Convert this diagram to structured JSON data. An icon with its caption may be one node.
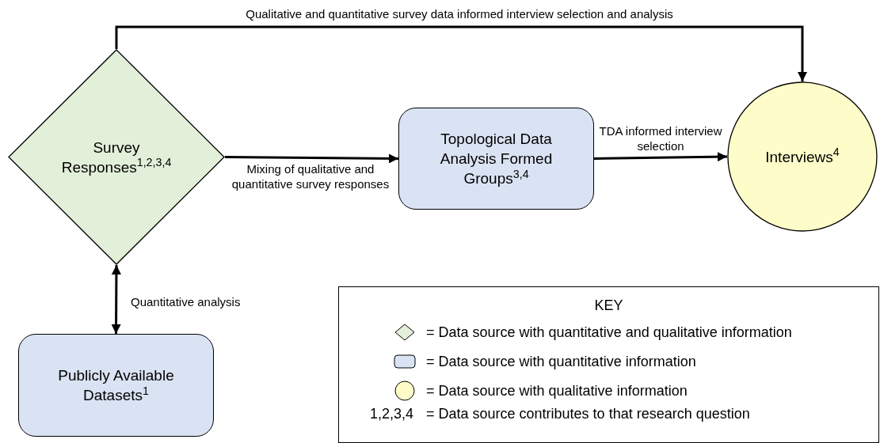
{
  "diagram": {
    "nodes": [
      {
        "text": [
          "Survey Responses$^{1,2,3,4}$"
        ]
      },
      {
        "text": [
          "Topological Data Analysis Formed Groups$^{3,4}$"
        ]
      },
      {
        "text": [
          "Interviews$^{4}$"
        ]
      },
      {
        "text": [
          "Publicly Available Datasets$^{1}$"
        ]
      }
    ],
    "edges": [
      {
        "from": 0,
        "to": 2,
        "arrow": "to",
        "label": "Qualitative and quantitative survey data informed interview selection and analysis"
      },
      {
        "from": 0,
        "to": 1,
        "arrow": "to",
        "label": "Mixing of qualitative and quantitative survey responses"
      },
      {
        "from": 1,
        "to": 2,
        "arrow": "to",
        "label": "TDA informed interview selection"
      },
      {
        "from": 0,
        "to": 3,
        "arrow": "both",
        "label": "Quantitative analysis"
      }
    ],
    "labels": [
      "KEY",
      "1,2,3,4"
    ],
    "legend": [
      {
        "text": "= Data source with quantitative and qualitative information",
        "color": "#e2efd9"
      },
      {
        "text": "= Data source with quantitative information",
        "color": "#dae3f3"
      },
      {
        "text": "= Data source with qualitative information",
        "color": "#fefcc8"
      },
      {
        "text": "= Data source contributes to that research question"
      }
    ]
  }
}
